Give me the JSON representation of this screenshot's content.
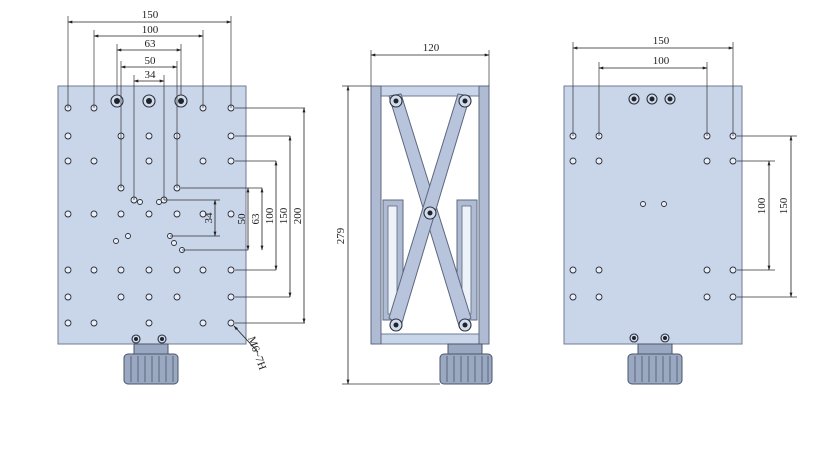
{
  "views": {
    "left": {
      "dims_top": [
        "150",
        "100",
        "63",
        "50",
        "34"
      ],
      "dims_right": [
        "34",
        "50",
        "63",
        "100",
        "150",
        "200"
      ],
      "thread_label": "M6~7H"
    },
    "middle": {
      "dim_top": "120",
      "dim_left": "279"
    },
    "right": {
      "dims_top": [
        "150",
        "100"
      ],
      "dims_right": [
        "100",
        "150"
      ]
    }
  }
}
